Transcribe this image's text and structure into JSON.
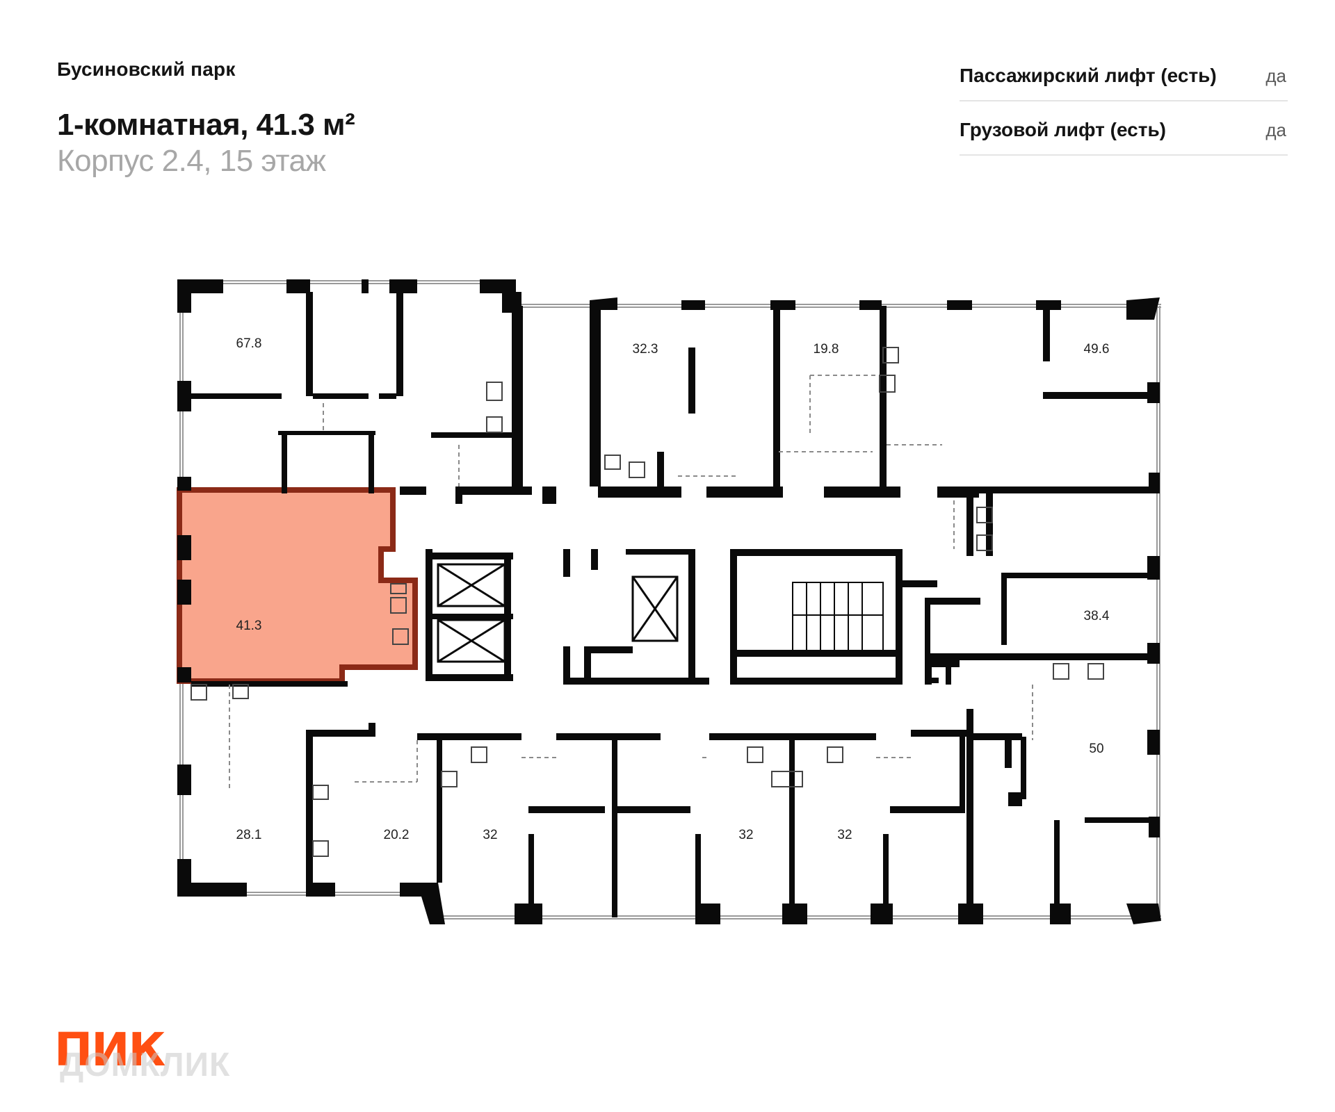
{
  "header": {
    "project_name": "Бусиновский парк",
    "apartment_title": "1-комнатная, 41.3 м²",
    "building_floor": "Корпус 2.4, 15 этаж"
  },
  "specs": [
    {
      "label": "Пассажирский лифт (есть)",
      "value": "да"
    },
    {
      "label": "Грузовой лифт (есть)",
      "value": "да"
    }
  ],
  "floor_plan": {
    "highlight_color": "#f9a58c",
    "highlight_border_color": "#8b2a17",
    "wall_color": "#0a0a0a",
    "apartments": [
      {
        "area": "67.8",
        "selected": false
      },
      {
        "area": "32.3",
        "selected": false
      },
      {
        "area": "19.8",
        "selected": false
      },
      {
        "area": "49.6",
        "selected": false
      },
      {
        "area": "41.3",
        "selected": true
      },
      {
        "area": "38.4",
        "selected": false
      },
      {
        "area": "50",
        "selected": false
      },
      {
        "area": "28.1",
        "selected": false
      },
      {
        "area": "20.2",
        "selected": false
      },
      {
        "area": "32",
        "selected": false
      },
      {
        "area": "32",
        "selected": false
      },
      {
        "area": "32",
        "selected": false
      }
    ]
  },
  "branding": {
    "logo_text": "ПИК",
    "logo_color": "#ff4f12",
    "watermark_text": "ДОМКЛИК"
  }
}
